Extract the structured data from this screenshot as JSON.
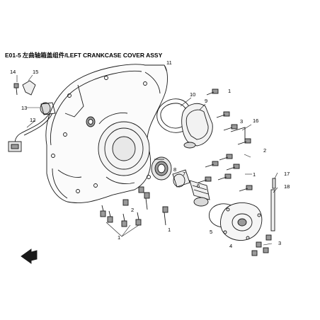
{
  "header": {
    "code": "E01-5",
    "title": "左曲轴箱盖组件/LEFT CRANKCASE COVER ASSY"
  },
  "callouts": {
    "c1a": "1",
    "c1b": "1",
    "c1c": "1",
    "c1d": "1",
    "c2a": "2",
    "c2b": "2",
    "c3a": "3",
    "c3b": "3",
    "c4": "4",
    "c5": "5",
    "c6": "6",
    "c7": "7",
    "c8": "8",
    "c9": "9",
    "c10": "10",
    "c11": "11",
    "c12": "12",
    "c13": "13",
    "c14": "14",
    "c15": "15",
    "c16": "16",
    "c17": "17",
    "c18": "18"
  },
  "colors": {
    "line": "#1a1a1a",
    "shade": "#9a9a9a",
    "light": "#d9d9d9"
  },
  "icons": {
    "orientation": "front-arrow-icon"
  }
}
